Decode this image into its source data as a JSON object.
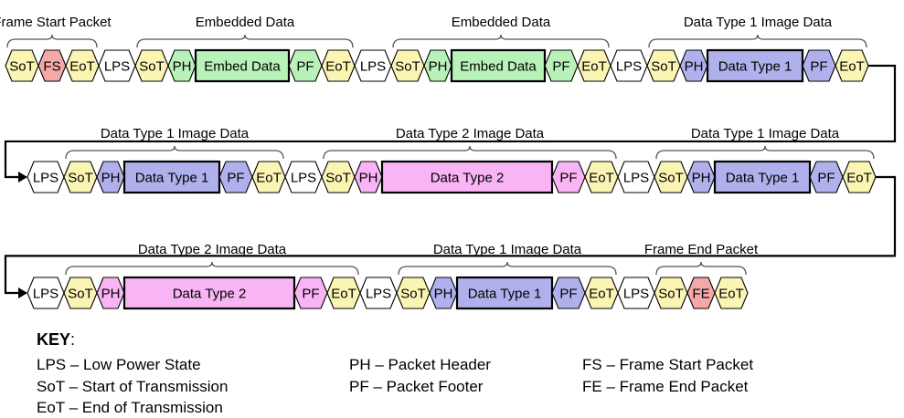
{
  "rows": [
    {
      "brackets": [
        "Frame Start Packet",
        "Embedded Data",
        "Embedded Data",
        "Data Type 1 Image Data"
      ],
      "packets": [
        "SoT",
        "FS",
        "EoT",
        "LPS",
        "SoT",
        "PH",
        "Embed Data",
        "PF",
        "EoT",
        "LPS",
        "SoT",
        "PH",
        "Embed Data",
        "PF",
        "EoT",
        "LPS",
        "SoT",
        "PH",
        "Data Type 1",
        "PF",
        "EoT"
      ]
    },
    {
      "brackets": [
        "Data Type 1 Image Data",
        "Data Type 2 Image Data",
        "Data Type 1 Image Data"
      ],
      "packets": [
        "LPS",
        "SoT",
        "PH",
        "Data Type 1",
        "PF",
        "EoT",
        "LPS",
        "SoT",
        "PH",
        "Data Type 2",
        "PF",
        "EoT",
        "LPS",
        "SoT",
        "PH",
        "Data Type 1",
        "PF",
        "EoT"
      ]
    },
    {
      "brackets": [
        "Data Type 2 Image Data",
        "Data Type 1 Image Data",
        "Frame End Packet"
      ],
      "packets": [
        "LPS",
        "SoT",
        "PH",
        "Data Type 2",
        "PF",
        "EoT",
        "LPS",
        "SoT",
        "PH",
        "Data Type 1",
        "PF",
        "EoT",
        "LPS",
        "SoT",
        "FE",
        "EoT"
      ]
    }
  ],
  "colors": {
    "sot_eot": "#fbf5b4",
    "frame_packet": "#f4a8a8",
    "embedded": "#b8f2b8",
    "type1": "#b0b0ec",
    "type2": "#f8b4f4",
    "lps": "#ffffff",
    "stroke": "#000000",
    "bracket": "#555555"
  },
  "key": {
    "title": "KEY",
    "entries": [
      "LPS – Low Power State",
      "SoT – Start of Transmission",
      "EoT – End of Transmission",
      "PH – Packet Header",
      "PF – Packet Footer",
      "FS – Frame Start Packet",
      "FE – Frame End Packet"
    ]
  }
}
